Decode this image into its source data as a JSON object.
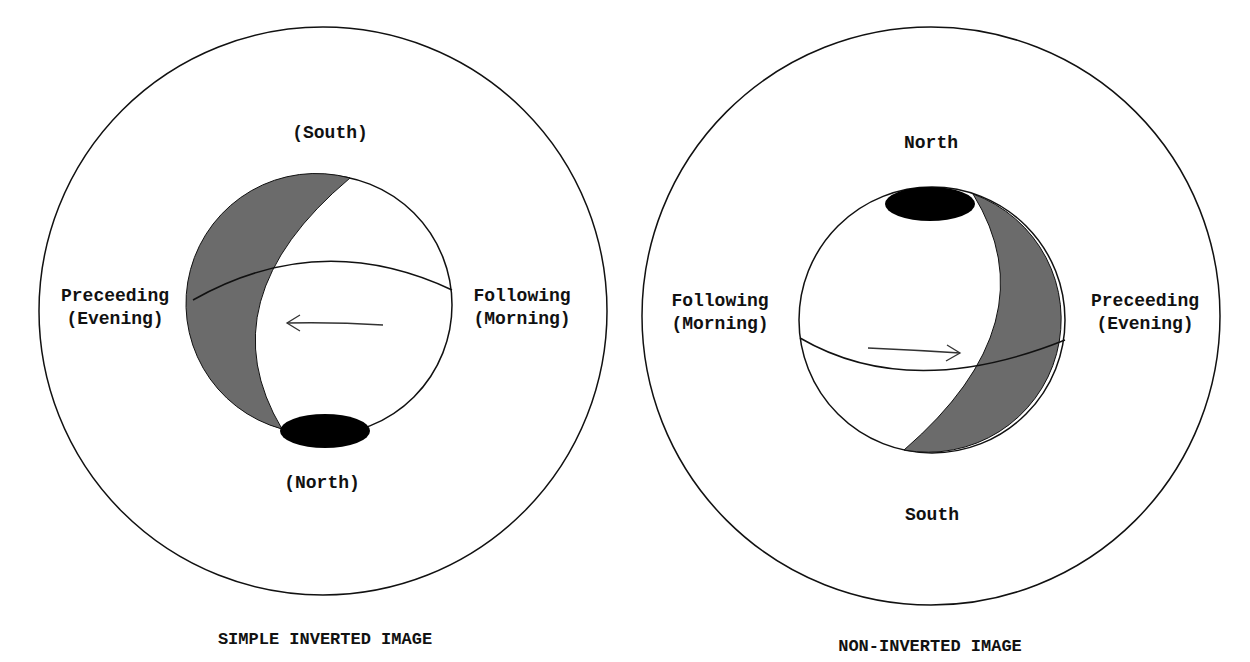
{
  "diagram": {
    "nodes": [
      {
        "text": [
          "(South)",
          "Preceeding (Evening)",
          "Following (Morning)",
          "(North)",
          "SIMPLE INVERTED IMAGE"
        ]
      },
      {
        "text": [
          "North",
          "Following (Morning)",
          "Preceeding (Evening)",
          "South",
          "NON-INVERTED IMAGE"
        ]
      }
    ]
  }
}
